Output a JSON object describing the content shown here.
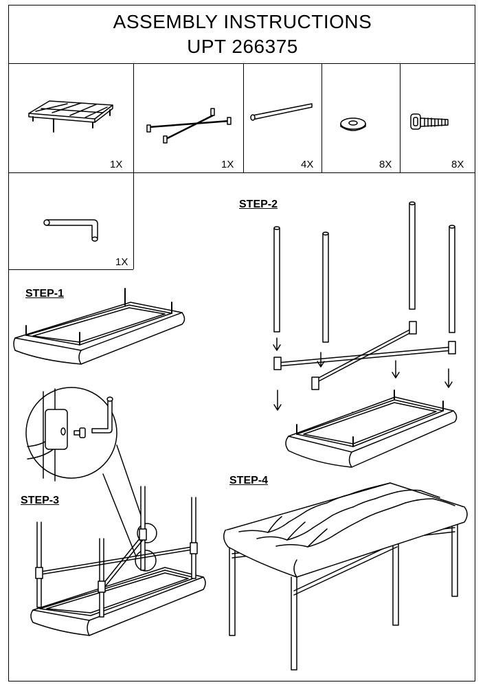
{
  "header": {
    "title_line1": "ASSEMBLY INSTRUCTIONS",
    "title_line2": "UPT 266375"
  },
  "parts": [
    {
      "icon": "bench-seat-icon",
      "qty": "1X"
    },
    {
      "icon": "cross-brace-icon",
      "qty": "1X"
    },
    {
      "icon": "leg-rod-icon",
      "qty": "4X"
    },
    {
      "icon": "washer-icon",
      "qty": "8X"
    },
    {
      "icon": "bolt-icon",
      "qty": "8X"
    },
    {
      "icon": "allen-key-icon",
      "qty": "1X"
    }
  ],
  "steps": {
    "step1": "STEP-1",
    "step2": "STEP-2",
    "step3": "STEP-3",
    "step4": "STEP-4"
  }
}
